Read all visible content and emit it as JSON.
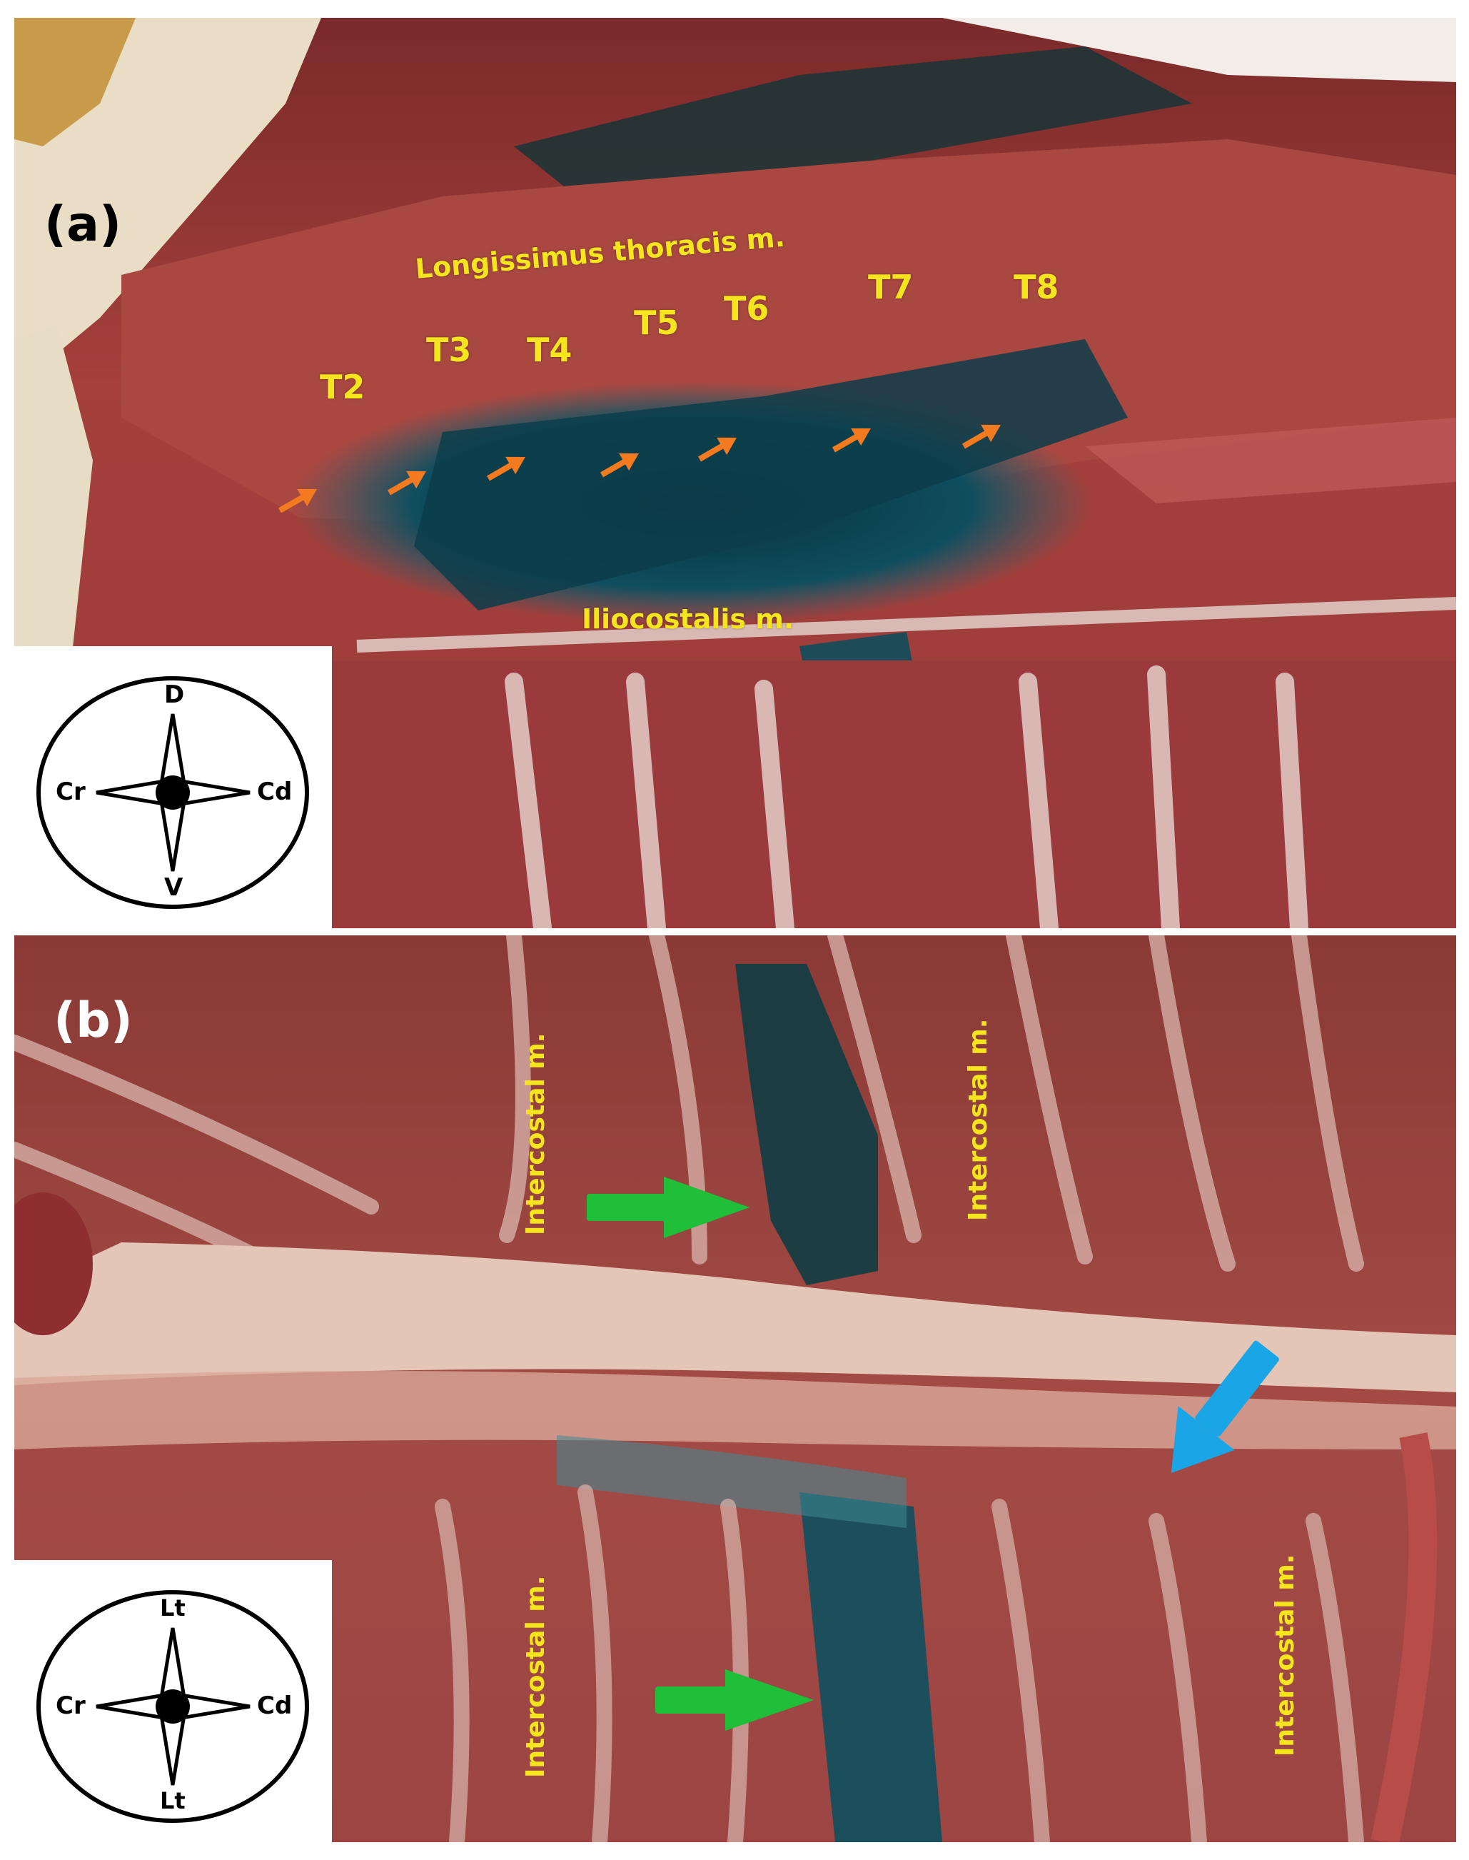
{
  "panel_a": {
    "letter": "(a)",
    "muscle_top": "Longissimus thoracis m.",
    "muscle_bottom": "Iliocostalis m.",
    "vertebrae": [
      "T2",
      "T3",
      "T4",
      "T5",
      "T6",
      "T7",
      "T8"
    ],
    "compass": {
      "top": "D",
      "bottom": "V",
      "left": "Cr",
      "right": "Cd"
    },
    "arrow_color": "#f47a1f"
  },
  "panel_b": {
    "letter": "(b)",
    "muscle_labels": [
      "Intercostal m.",
      "Intercostal m.",
      "Intercostal m.",
      "Intercostal m."
    ],
    "compass": {
      "top": "Lt",
      "bottom": "Lt",
      "left": "Cr",
      "right": "Cd"
    },
    "green_arrow_color": "#1fbf3a",
    "blue_arrow_color": "#1aa5e6"
  },
  "colors": {
    "label_yellow": "#f5e51c",
    "tissue_red": "#9e3a37",
    "dye_blue": "#0f4a5a"
  }
}
